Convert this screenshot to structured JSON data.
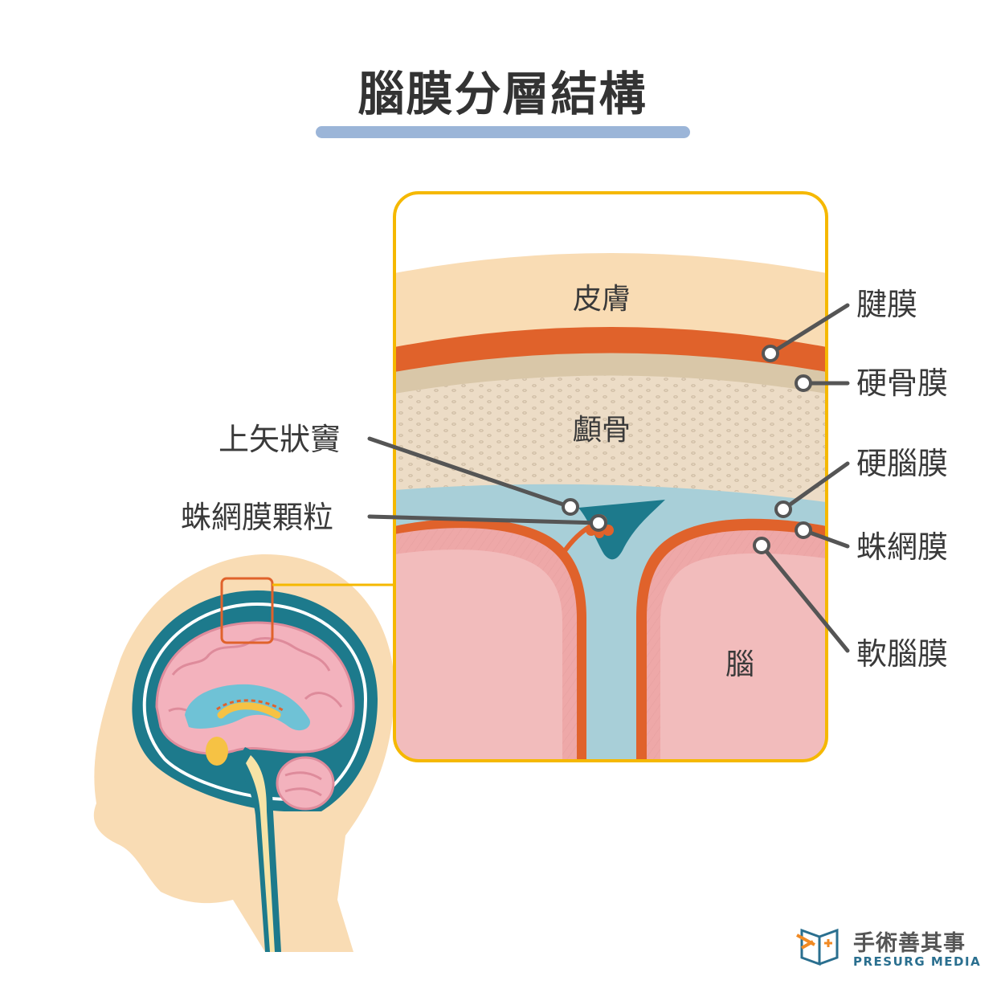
{
  "title": "腦膜分層結構",
  "layers": {
    "skin": "皮膚",
    "skull": "顱骨",
    "brain": "腦"
  },
  "labels": {
    "galea": "腱膜",
    "periosteum": "硬骨膜",
    "dura": "硬腦膜",
    "arachnoid": "蛛網膜",
    "pia": "軟腦膜",
    "sinus": "上矢狀竇",
    "granulation": "蛛網膜顆粒"
  },
  "logo": {
    "chinese": "手術善其事",
    "english": "PRESURG MEDIA"
  },
  "colors": {
    "frame": "#f5b800",
    "skin": "#f9dcb4",
    "membrane": "#e0622b",
    "bone": "#ecdcc6",
    "csf": "#a8cfd8",
    "brain": "#f2bcbc",
    "teal": "#1d7a8c",
    "title_bar": "#9bb5d8"
  }
}
